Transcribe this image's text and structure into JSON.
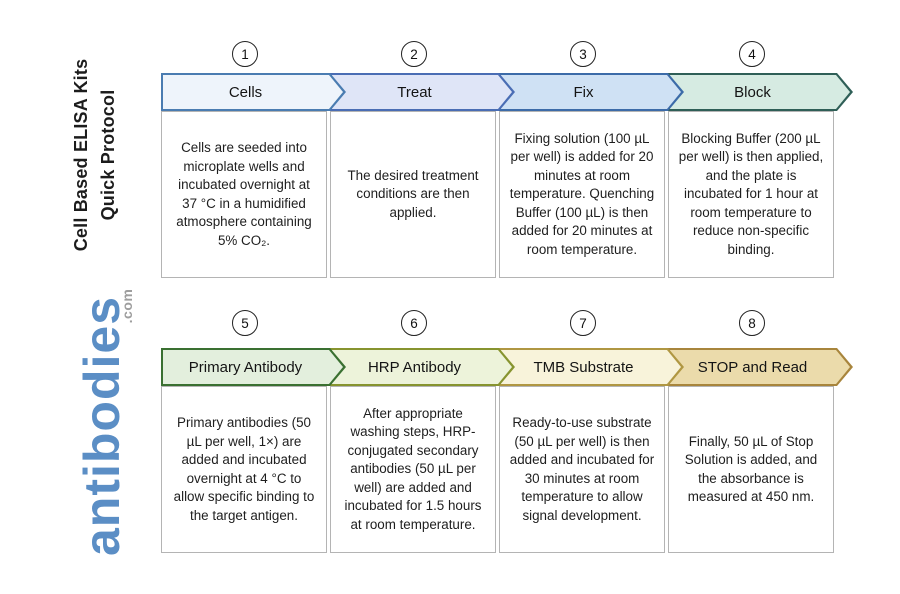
{
  "sidebar": {
    "title_line1": "Cell Based ELISA Kits",
    "title_line2": "Quick Protocol",
    "title_color": "#1c1c1c",
    "logo_text": "antibodies",
    "logo_suffix": ".com",
    "logo_color": "#5b8ec5",
    "logo_suffix_color": "#9e9e9e"
  },
  "protocol": {
    "rows": [
      {
        "steps": [
          {
            "num": "1",
            "label": "Cells",
            "fill": "#eef4fb",
            "border": "#4a7cb1",
            "description": "Cells are seeded into microplate wells and incubated overnight at 37 °C in a humidified atmosphere containing 5% CO₂."
          },
          {
            "num": "2",
            "label": "Treat",
            "fill": "#dfe5f7",
            "border": "#4a6db4",
            "description": "The desired treatment conditions are then applied."
          },
          {
            "num": "3",
            "label": "Fix",
            "fill": "#cfe1f4",
            "border": "#3c6ba8",
            "description": "Fixing solution (100 µL per well) is added for 20 minutes at room temperature. Quenching Buffer (100 µL) is then added for 20 minutes at room temperature."
          },
          {
            "num": "4",
            "label": "Block",
            "fill": "#d6ebe2",
            "border": "#2f5f57",
            "description": "Blocking Buffer (200 µL per well) is then applied, and the plate is incubated for 1 hour at room temperature to reduce non-specific binding."
          }
        ]
      },
      {
        "steps": [
          {
            "num": "5",
            "label": "Primary Antibody",
            "fill": "#e3efdd",
            "border": "#3a7031",
            "description": "Primary antibodies (50 µL per well, 1×) are added and incubated overnight at 4 °C to allow specific binding to the target antigen."
          },
          {
            "num": "6",
            "label": "HRP Antibody",
            "fill": "#edf3da",
            "border": "#87942f",
            "description": "After appropriate washing steps, HRP-conjugated secondary antibodies (50 µL per well) are added and incubated for 1.5 hours at room temperature."
          },
          {
            "num": "7",
            "label": "TMB Substrate",
            "fill": "#f8f3da",
            "border": "#b09742",
            "description": "Ready-to-use substrate (50 µL per well) is then added and incubated for 30 minutes at room temperature to allow signal development."
          },
          {
            "num": "8",
            "label": "STOP and Read",
            "fill": "#ebdbab",
            "border": "#a8853c",
            "description": "Finally, 50 µL of Stop Solution is added, and the absorbance is measured at 450 nm."
          }
        ]
      }
    ]
  }
}
